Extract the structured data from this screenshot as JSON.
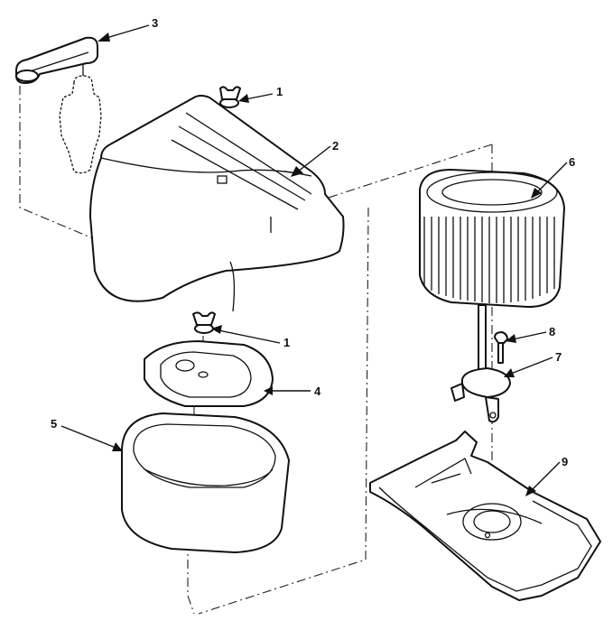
{
  "callouts": [
    {
      "id": "c1a",
      "label": "1"
    },
    {
      "id": "c1b",
      "label": "1"
    },
    {
      "id": "c2",
      "label": "2"
    },
    {
      "id": "c3",
      "label": "3"
    },
    {
      "id": "c4",
      "label": "4"
    },
    {
      "id": "c5",
      "label": "5"
    },
    {
      "id": "c6",
      "label": "6"
    },
    {
      "id": "c7",
      "label": "7"
    },
    {
      "id": "c8",
      "label": "8"
    },
    {
      "id": "c9",
      "label": "9"
    }
  ]
}
